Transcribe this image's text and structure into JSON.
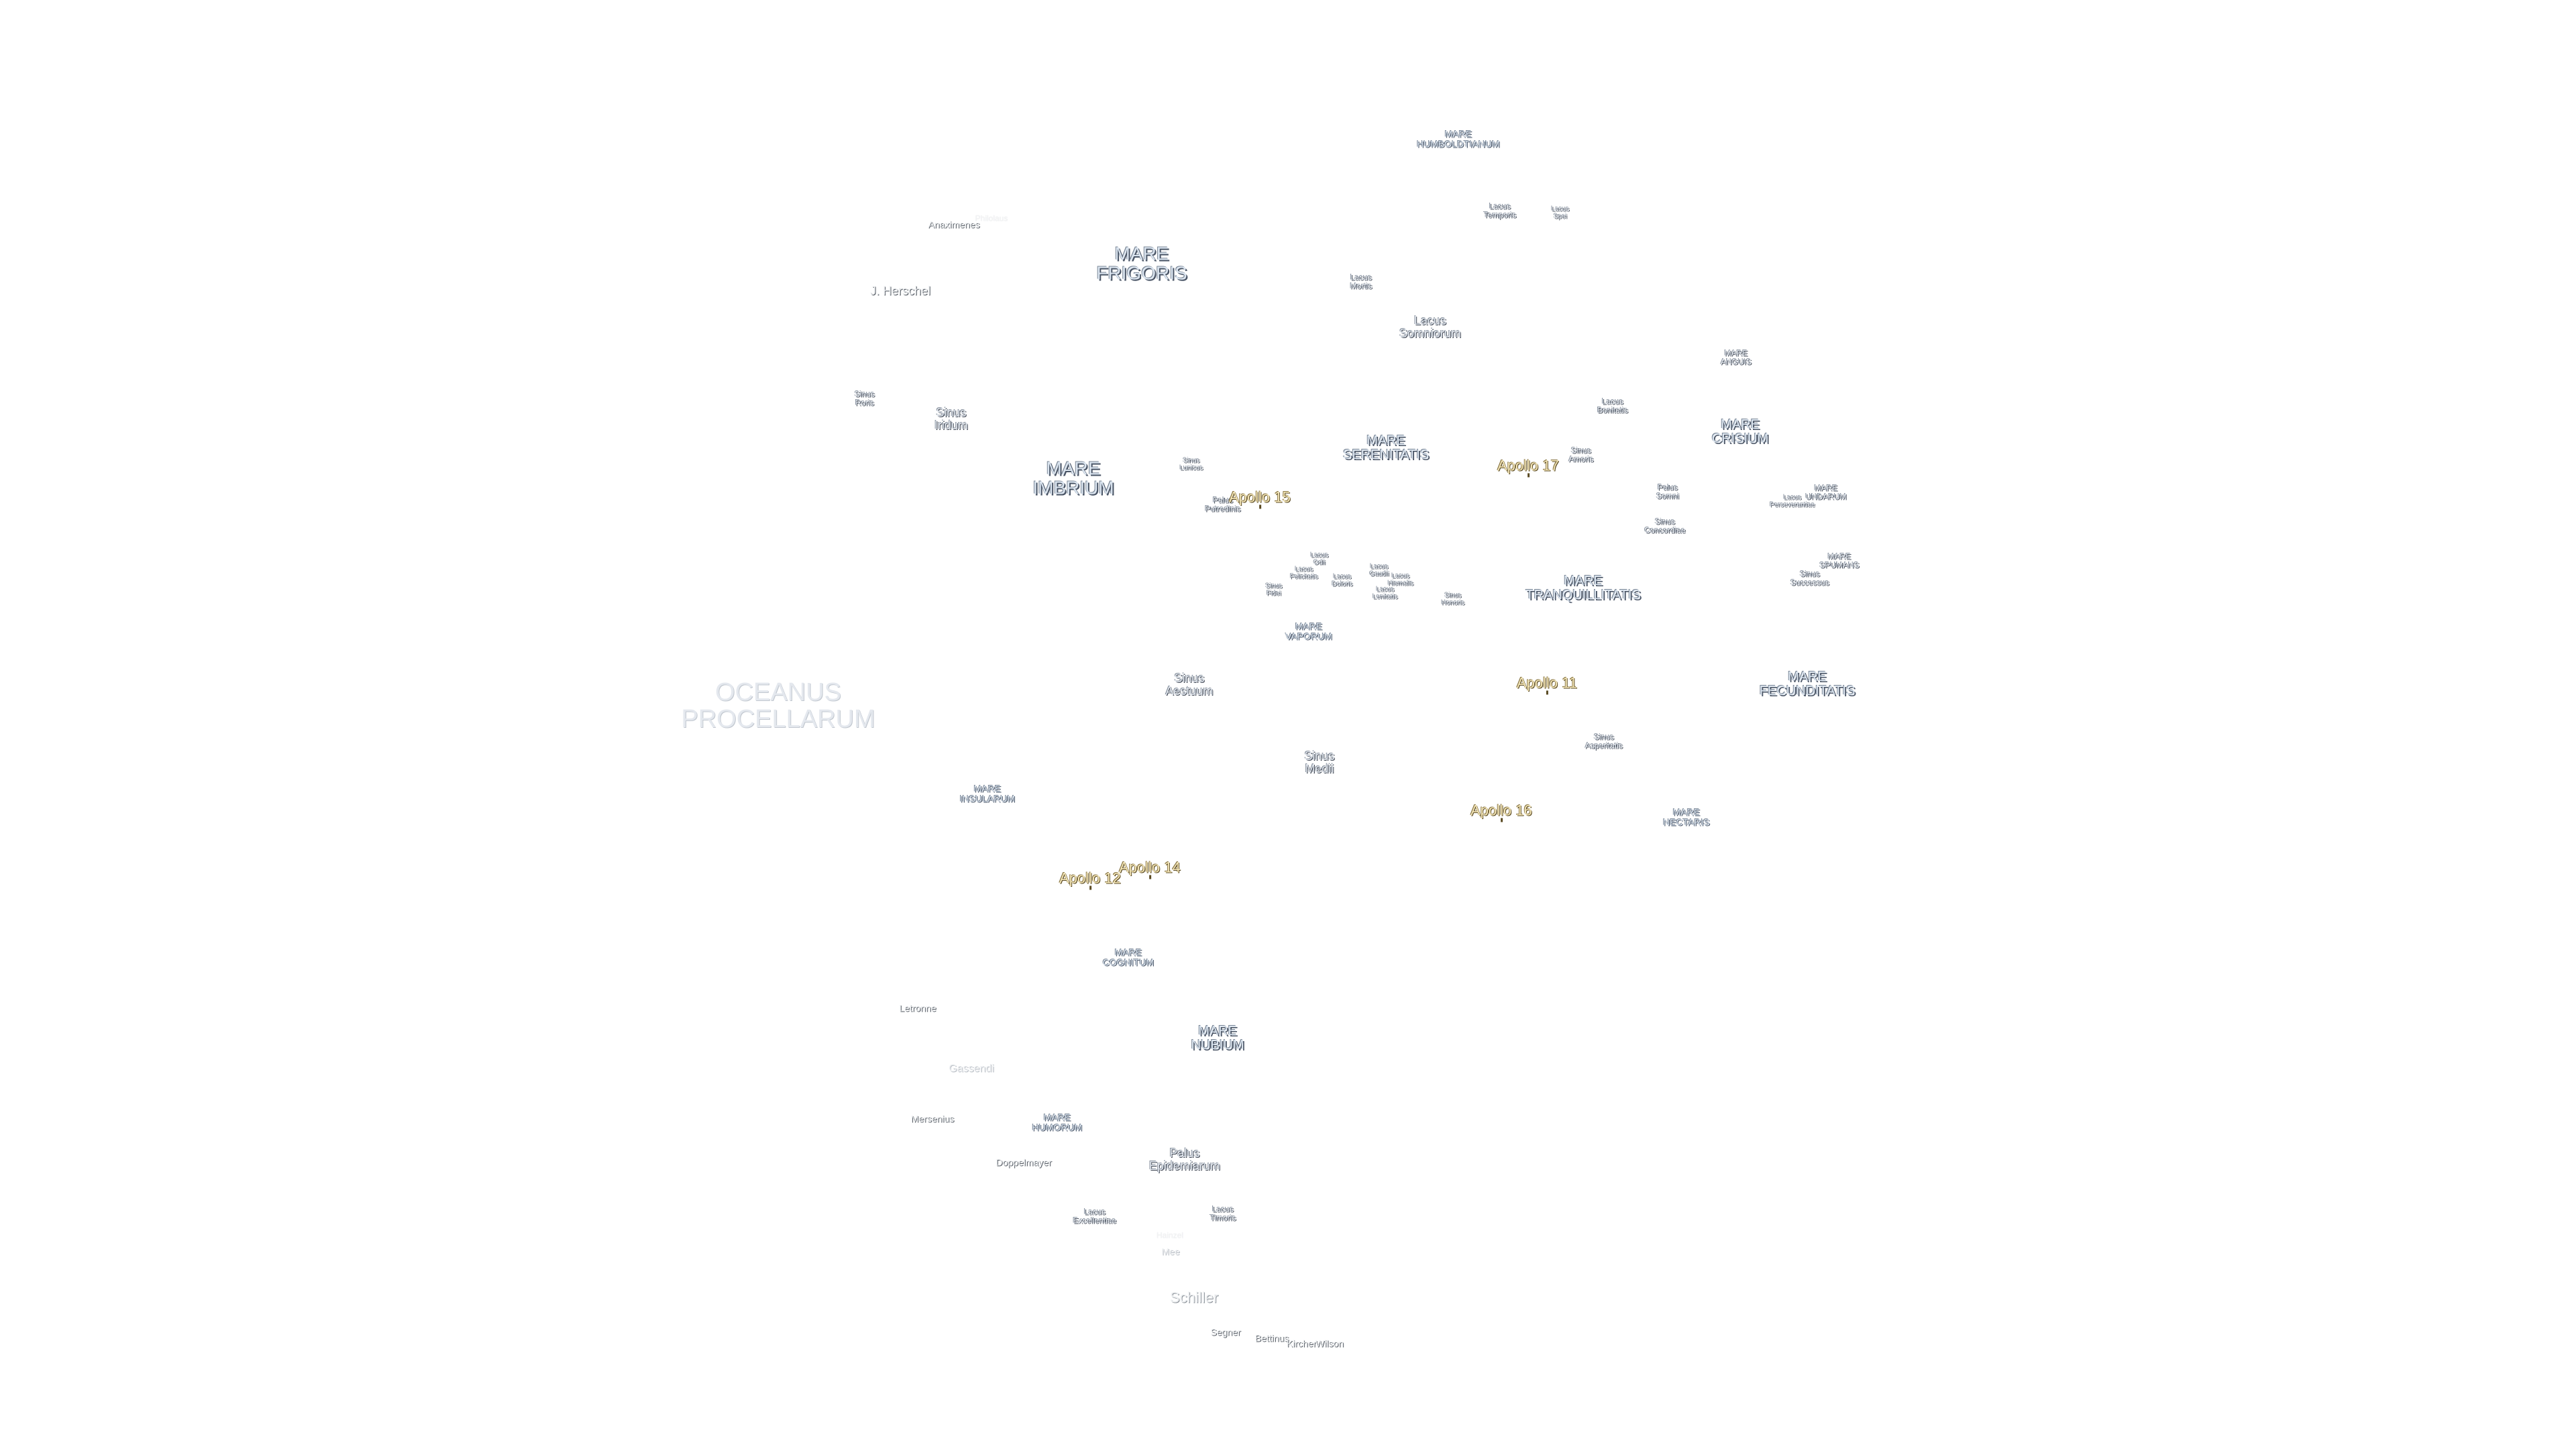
{
  "map": {
    "maria": {
      "oceanus_procellarum": "OCEANUS\nPROCELLARUM",
      "mare_frigoris": "MARE\nFRIGORIS",
      "mare_imbrium": "MARE\nIMBRIUM",
      "mare_serenitatis": "MARE\nSERENITATIS",
      "mare_tranquillitatis": "MARE\nTRANQUILLITATIS",
      "mare_crisium": "MARE\nCRISIUM",
      "mare_fecunditatis": "MARE\nFECUNDITATIS",
      "mare_nectaris": "MARE\nNECTARIS",
      "mare_vaporum": "MARE\nVAPORUM",
      "mare_insularum": "MARE\nINSULARUM",
      "mare_cognitum": "MARE\nCOGNITUM",
      "mare_nubium": "MARE\nNUBIUM",
      "mare_humorum": "MARE\nHUMORUM",
      "mare_humboldtianum": "MARE\nHUMBOLDTIANUM",
      "mare_anguis": "MARE\nANGUIS",
      "mare_undarum": "MARE\nUNDARUM",
      "mare_spumans": "MARE\nSPUMANS"
    },
    "minor_features": {
      "lacus_somniorum": "Lacus\nSomniorum",
      "lacus_mortis": "Lacus\nMortis",
      "lacus_temporis": "Lacus\nTemporis",
      "lacus_spei": "Lacus\nSpei",
      "lacus_bonitatis": "Lacus\nBonitatis",
      "sinus_amoris": "Sinus\nAmoris",
      "palus_somni": "Palus\nSomni",
      "sinus_concordiae": "Sinus\nConcordiae",
      "lacus_perseverantiae": "Lacus\nPerseverantiae",
      "sinus_successus": "Sinus\nSuccessus",
      "sinus_roris": "Sinus\nRoris",
      "sinus_iridum": "Sinus\nIridum",
      "sinus_lunicus": "Sinus\nLunicus",
      "palus_putredinis": "Palus\nPutredinis",
      "lacus_odii": "Lacus\nOdii",
      "lacus_felicitatis": "Lacus\nFelicitatis",
      "lacus_doloris": "Lacus\nDoloris",
      "sinus_fidei": "Sinus\nFidei",
      "lacus_gaudii": "Lacus\nGaudii",
      "lacus_hiemalis": "Lacus\nHiemalis",
      "lacus_lenitatis": "Lacus\nLenitatis",
      "sinus_honoris": "Sinus\nHonoris",
      "sinus_aestuum": "Sinus\nAestuum",
      "sinus_medii": "Sinus\nMedii",
      "sinus_asperitatis": "Sinus\nAsperitatis",
      "palus_epidemiarum": "Palus\nEpidemiarum",
      "lacus_excellentiae": "Lacus\nExcellentiae",
      "lacus_timoris": "Lacus\nTimoris"
    },
    "apollo_sites": {
      "apollo_11": "Apollo 11",
      "apollo_12": "Apollo 12",
      "apollo_14": "Apollo 14",
      "apollo_15": "Apollo 15",
      "apollo_16": "Apollo 16",
      "apollo_17": "Apollo 17"
    },
    "craters": {
      "anaximenes": "Anaximenes",
      "philolaus": "Philolaus",
      "j_herschel": "J. Herschel",
      "letronne": "Letronne",
      "gassendi": "Gassendi",
      "mersenius": "Mersenius",
      "doppelmayer": "Doppelmayer",
      "schiller": "Schiller",
      "segner": "Segner",
      "bettinus": "Bettinus",
      "kircher": "Kircher",
      "wilson": "Wilson",
      "hainzel": "Hainzel",
      "mee": "Mee"
    }
  }
}
